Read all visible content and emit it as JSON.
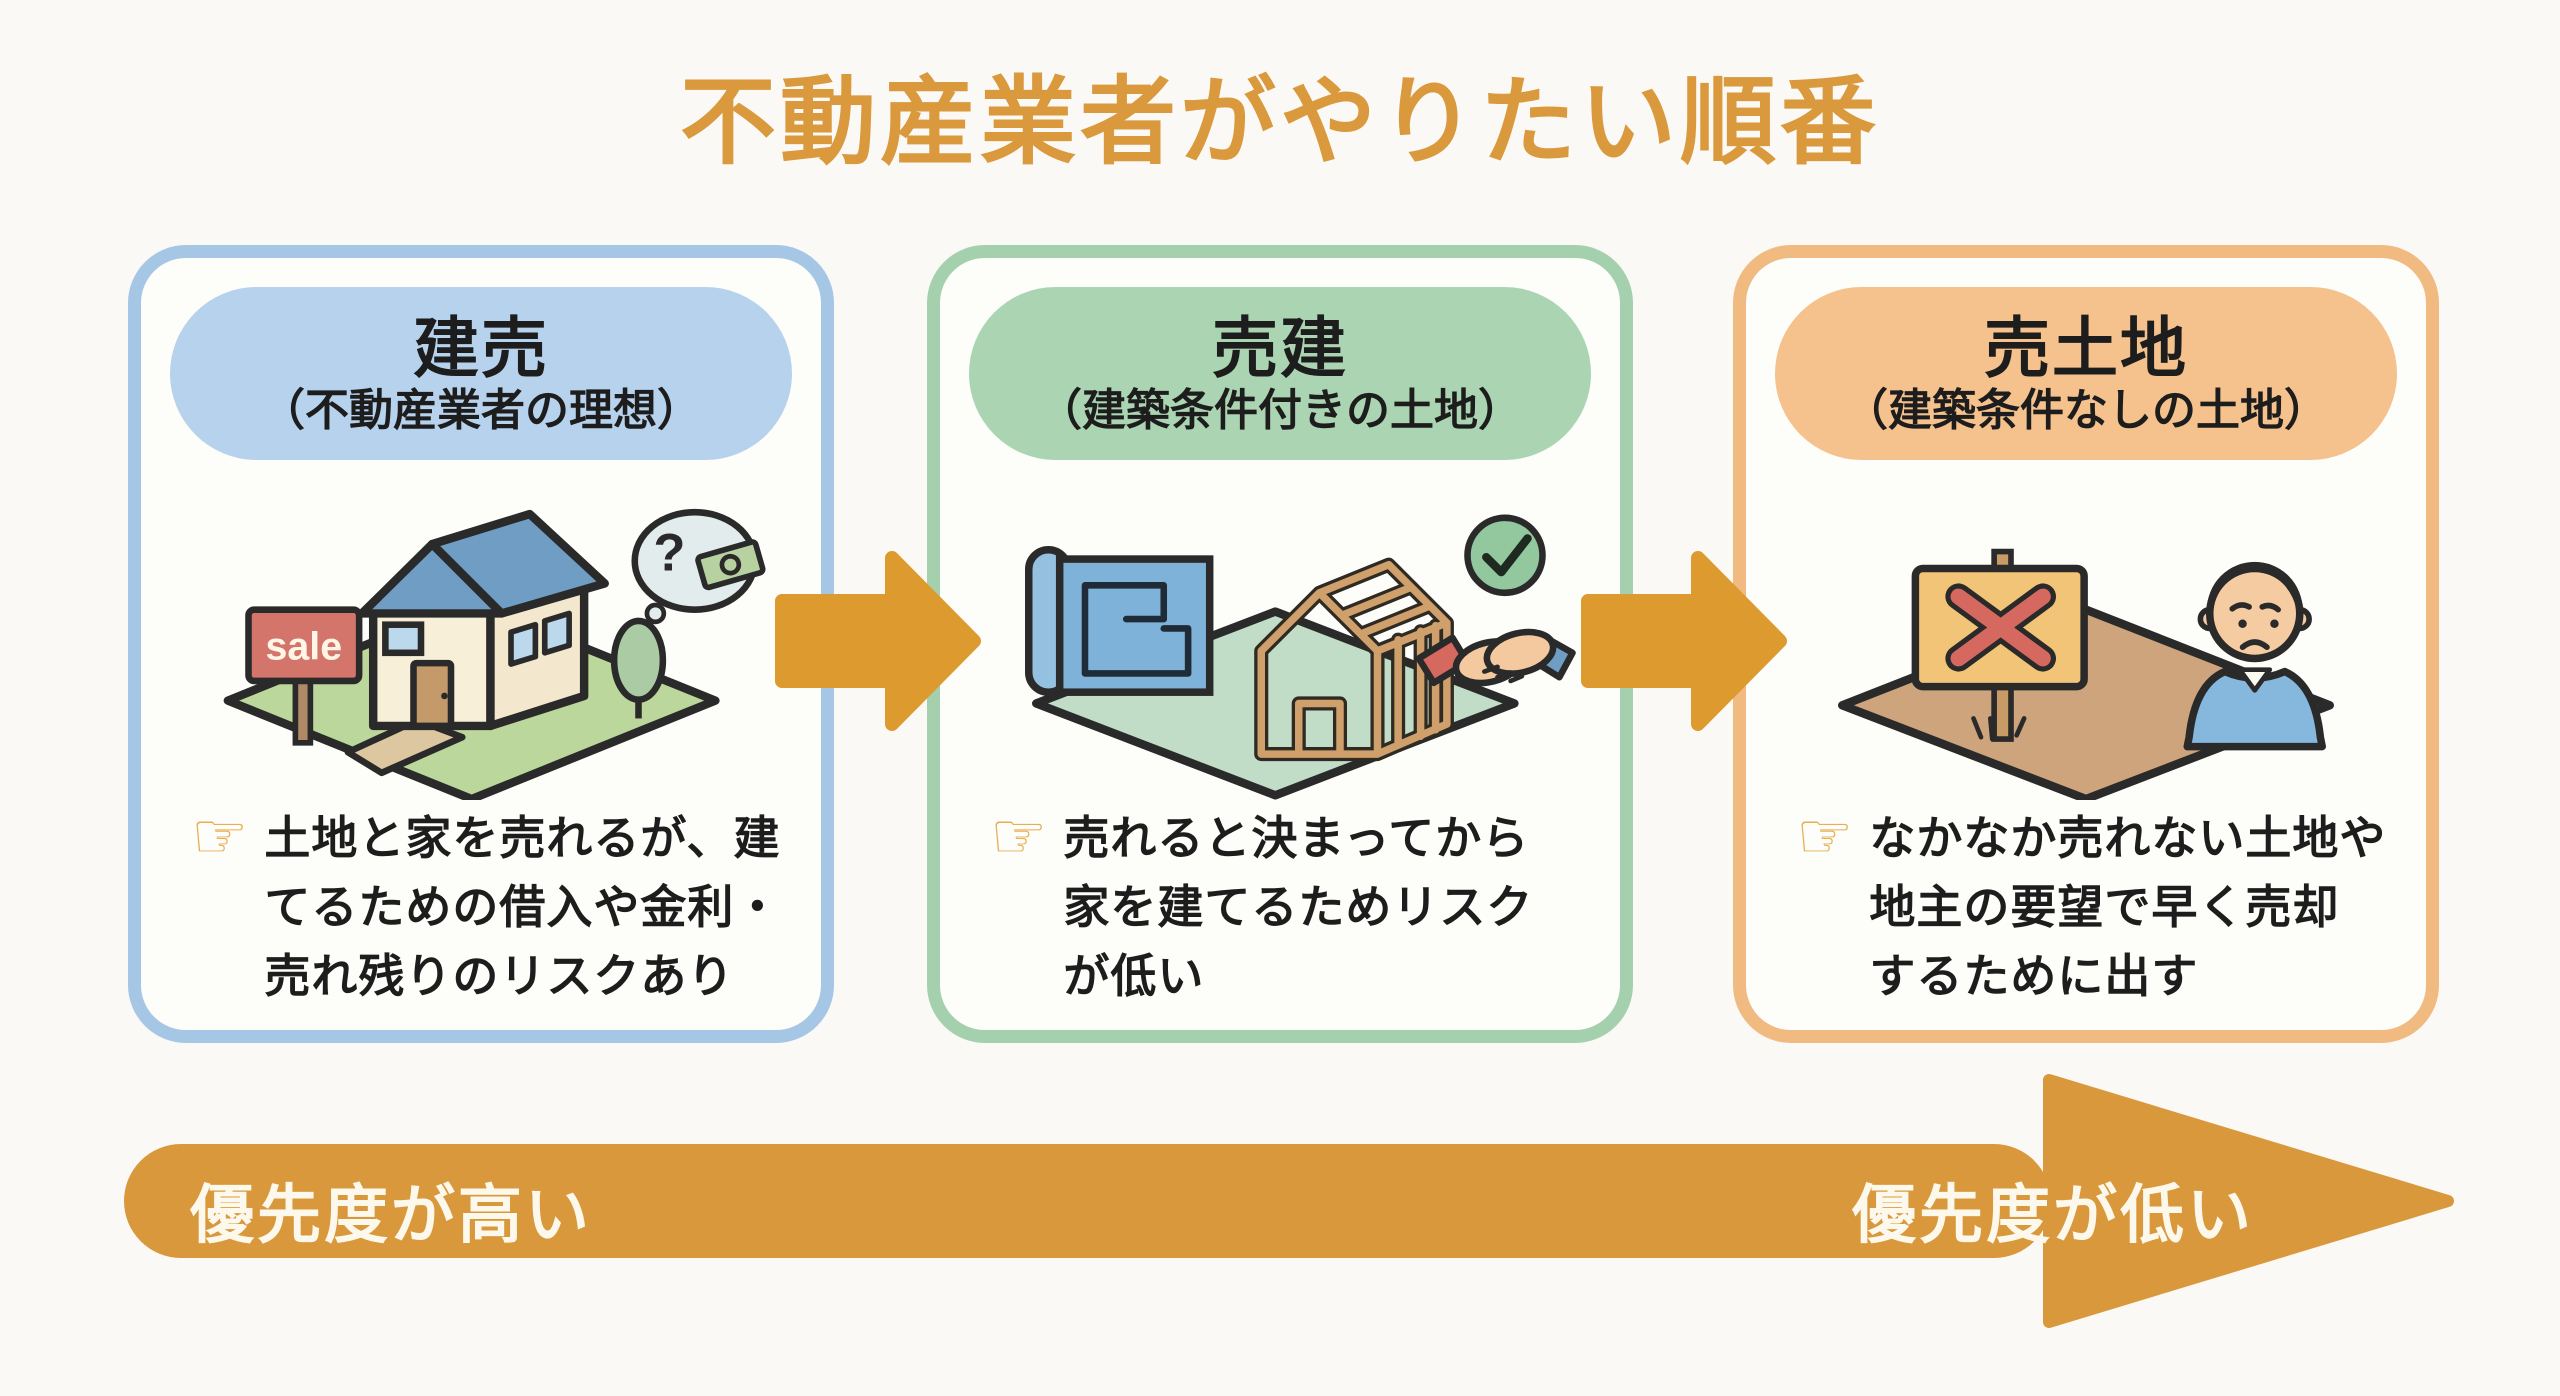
{
  "title": "不動産業者がやりたい順番",
  "title_color": "#d9993c",
  "icons": {
    "pointer": "☞",
    "question_mark": "?"
  },
  "sale_sign_label": "sale",
  "cards": [
    {
      "name": "建売",
      "subtitle": "（不動産業者の理想）",
      "description": "土地と家を売れるが、建\nてるための借入や金利・\n売れ残りのリスクあり",
      "accent_border": "#a6c6e6",
      "header_fill": "#b7d2ec",
      "illustration": "house-with-sale-sign-and-money-thought-bubble"
    },
    {
      "name": "売建",
      "subtitle": "（建築条件付きの土地）",
      "description": "売れると決まってから\n家を建てるためリスク\nが低い",
      "accent_border": "#a4d0ad",
      "header_fill": "#abd5b2",
      "illustration": "blueprint-house-frame-and-handshake-with-check"
    },
    {
      "name": "売土地",
      "subtitle": "（建築条件なしの土地）",
      "description": "なかなか売れない土地や\n地主の要望で早く売却\nするために出す",
      "accent_border": "#f0ba80",
      "header_fill": "#f5c28d",
      "illustration": "vacant-land-with-x-sign-and-worried-man"
    }
  ],
  "flow_arrow_color": "#dd9a2f",
  "bottom_arrow": {
    "left_label": "優先度が高い",
    "right_label": "優先度が低い",
    "color": "#d9983b"
  }
}
